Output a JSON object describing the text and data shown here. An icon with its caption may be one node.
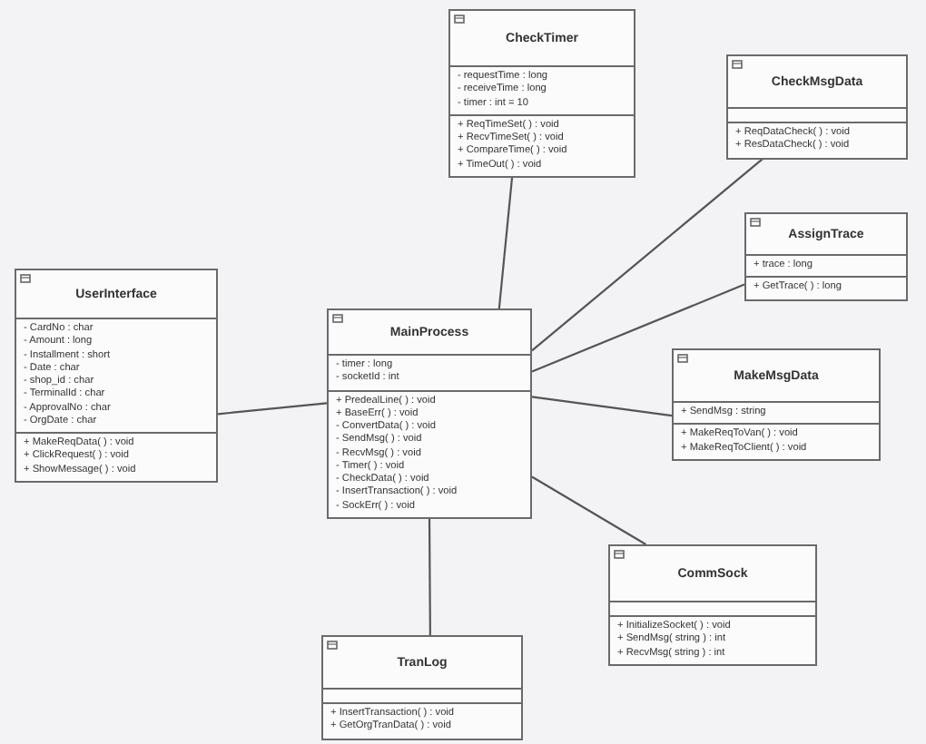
{
  "diagram": {
    "nodes": [
      {
        "text": [
          "CheckTimer"
        ]
      },
      {
        "text": [
          "- requestTime : long",
          "- receiveTime : long",
          "- timer : int = 10"
        ],
        "in": 0
      },
      {
        "text": [
          "+ ReqTimeSet( ) : void",
          "+ RecvTimeSet( ) : void",
          "+ CompareTime( ) : void",
          "+ TimeOut( ) : void"
        ],
        "in": 0
      },
      {
        "text": [
          "CheckMsgData"
        ]
      },
      {
        "text": [],
        "shape": "box",
        "in": 3
      },
      {
        "text": [
          "+ ReqDataCheck( ) : void",
          "+ ResDataCheck( ) : void"
        ],
        "in": 3
      },
      {
        "text": [
          "AssignTrace"
        ]
      },
      {
        "text": [
          "+ trace : long"
        ],
        "in": 6
      },
      {
        "text": [
          "+ GetTrace( ) : long"
        ],
        "in": 6
      },
      {
        "text": [
          "UserInterface"
        ]
      },
      {
        "text": [
          "- CardNo : char",
          "- Amount : long",
          "- Installment : short",
          "- Date : char",
          "- shop_id : char",
          "- TerminalId : char",
          "- ApprovalNo : char",
          "- OrgDate : char"
        ],
        "in": 9
      },
      {
        "text": [
          "+ MakeReqData( ) : void",
          "+ ClickRequest( ) : void",
          "+ ShowMessage( ) : void"
        ],
        "in": 9
      },
      {
        "text": [
          "MainProcess"
        ]
      },
      {
        "text": [
          "- timer : long",
          "- socketId : int"
        ],
        "in": 12
      },
      {
        "text": [
          "+ PredealLine( ) : void",
          "+ BaseErr( ) : void",
          "- ConvertData( ) : void",
          "- SendMsg( ) : void",
          "- RecvMsg( ) : void",
          "- Timer( ) : void",
          "- CheckData( ) : void",
          "- InsertTransaction( ) : void",
          "- SockErr( ) : void"
        ],
        "in": 12
      },
      {
        "text": [
          "MakeMsgData"
        ]
      },
      {
        "text": [
          "+ SendMsg : string"
        ],
        "in": 15
      },
      {
        "text": [
          "+ MakeReqToVan( ) : void",
          "+ MakeReqToClient( ) : void"
        ],
        "in": 15
      },
      {
        "text": [
          "CommSock"
        ]
      },
      {
        "text": [],
        "shape": "box",
        "in": 18
      },
      {
        "text": [
          "+ InitializeSocket( ) : void",
          "+ SendMsg( string ) : int",
          "+ RecvMsg( string ) : int"
        ],
        "in": 18
      },
      {
        "text": [
          "TranLog"
        ]
      },
      {
        "text": [],
        "shape": "box",
        "in": 21
      },
      {
        "text": [
          "+ InsertTransaction( ) : void",
          "+ GetOrgTranData( ) : void"
        ],
        "in": 21
      }
    ],
    "edges": [
      {
        "from": 9,
        "to": 12,
        "arrow": "none"
      },
      {
        "from": 12,
        "to": 0,
        "arrow": "none"
      },
      {
        "from": 12,
        "to": 3,
        "arrow": "none"
      },
      {
        "from": 12,
        "to": 6,
        "arrow": "none"
      },
      {
        "from": 12,
        "to": 15,
        "arrow": "none"
      },
      {
        "from": 12,
        "to": 18,
        "arrow": "none"
      },
      {
        "from": 12,
        "to": 21,
        "arrow": "none"
      }
    ]
  }
}
